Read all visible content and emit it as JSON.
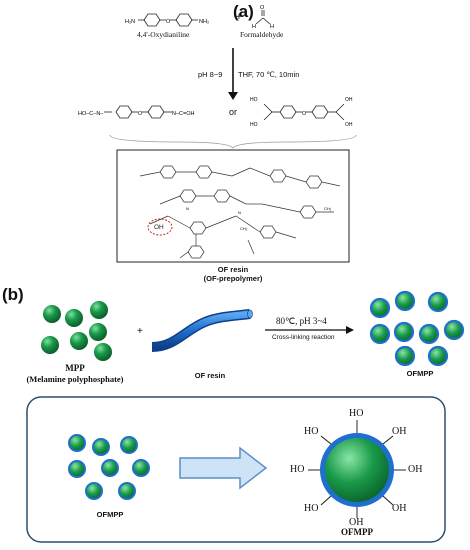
{
  "panel_a": {
    "label": "(a)",
    "reactant1": "4,4'-Oxydianiline",
    "plus": "+",
    "reactant2": "Formaldehyde",
    "conditions_left": "pH 8~9",
    "conditions_right": "THF, 70 ℃, 10min",
    "or_text": "or",
    "oh_label": "OH",
    "product_title": "OF resin",
    "product_subtitle": "(OF-prepolymer)"
  },
  "panel_b": {
    "label": "(b)",
    "mpp_title": "MPP",
    "mpp_subtitle": "(Melamine polyphosphate)",
    "plus": "+",
    "of_resin_label": "OF resin",
    "conditions": "80℃,  pH 3~4",
    "reaction_name": "Cross-linking reaction",
    "product": "OFMPP",
    "inset_left_label": "OFMPP",
    "inset_right_label": "OFMPP",
    "ho_labels": [
      "HO",
      "OH",
      "HO",
      "OH",
      "HO",
      "OH",
      "HO",
      "OH"
    ]
  },
  "colors": {
    "sphere_green": "#1a9a4a",
    "shell_blue": "#1e6fd0",
    "dashed_circle": "#d02020",
    "arrow_fill": "#cfe3f6",
    "arrow_stroke": "#5b8fc9"
  }
}
